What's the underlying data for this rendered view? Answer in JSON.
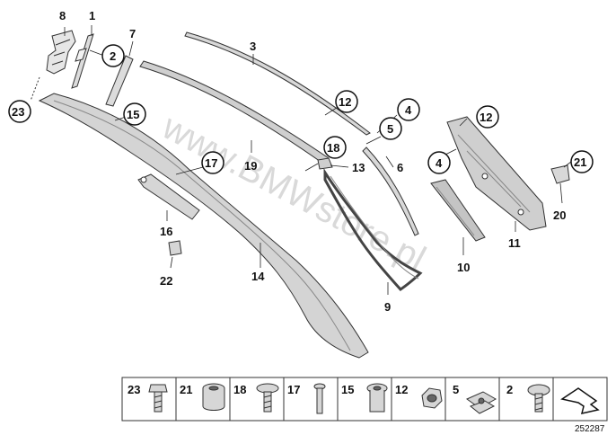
{
  "watermark": "www.BMWstore.pl",
  "drawing_number": "252287",
  "callouts": [
    {
      "id": "c8",
      "label": "8",
      "circled": false
    },
    {
      "id": "c1",
      "label": "1",
      "circled": false
    },
    {
      "id": "c7",
      "label": "7",
      "circled": false
    },
    {
      "id": "c2",
      "label": "2",
      "circled": true
    },
    {
      "id": "c3",
      "label": "3",
      "circled": false
    },
    {
      "id": "c23",
      "label": "23",
      "circled": true
    },
    {
      "id": "c15",
      "label": "15",
      "circled": true
    },
    {
      "id": "c12a",
      "label": "12",
      "circled": true
    },
    {
      "id": "c4a",
      "label": "4",
      "circled": true
    },
    {
      "id": "c5",
      "label": "5",
      "circled": true
    },
    {
      "id": "c12b",
      "label": "12",
      "circled": true
    },
    {
      "id": "c18",
      "label": "18",
      "circled": true
    },
    {
      "id": "c13",
      "label": "13",
      "circled": false
    },
    {
      "id": "c6",
      "label": "6",
      "circled": false
    },
    {
      "id": "c17",
      "label": "17",
      "circled": true
    },
    {
      "id": "c19",
      "label": "19",
      "circled": false
    },
    {
      "id": "c4b",
      "label": "4",
      "circled": true
    },
    {
      "id": "c21",
      "label": "21",
      "circled": true
    },
    {
      "id": "c20",
      "label": "20",
      "circled": false
    },
    {
      "id": "c11",
      "label": "11",
      "circled": false
    },
    {
      "id": "c16",
      "label": "16",
      "circled": false
    },
    {
      "id": "c10",
      "label": "10",
      "circled": false
    },
    {
      "id": "c22",
      "label": "22",
      "circled": false
    },
    {
      "id": "c14",
      "label": "14",
      "circled": false
    },
    {
      "id": "c9",
      "label": "9",
      "circled": false
    }
  ],
  "fastener_strip": [
    {
      "number": "23",
      "part": "screw-icon"
    },
    {
      "number": "21",
      "part": "sleeve-nut-icon"
    },
    {
      "number": "18",
      "part": "oval-head-screw-icon"
    },
    {
      "number": "17",
      "part": "bolt-icon"
    },
    {
      "number": "15",
      "part": "sleeve-icon"
    },
    {
      "number": "12",
      "part": "hex-nut-icon"
    },
    {
      "number": "5",
      "part": "clip-nut-icon"
    },
    {
      "number": "2",
      "part": "fillister-screw-icon"
    }
  ],
  "strip_last_cell": "arrow-icon"
}
